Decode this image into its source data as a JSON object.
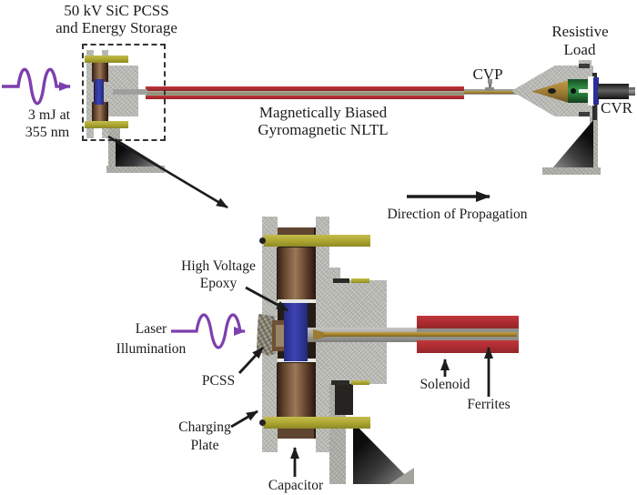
{
  "top": {
    "pcss_title": [
      "50 kV SiC PCSS",
      "and Energy Storage"
    ],
    "laser_energy": [
      "3 mJ at",
      "355 nm"
    ],
    "nltl_label": [
      "Magnetically Biased",
      "Gyromagnetic NLTL"
    ],
    "cvp_label": "CVP",
    "resistive_load_label": [
      "Resistive",
      "Load"
    ],
    "cvr_label": "CVR"
  },
  "detail": {
    "direction_label": "Direction of Propagation",
    "high_voltage_epoxy_label": [
      "High Voltage",
      "Epoxy"
    ],
    "laser_illumination_label": [
      "Laser",
      "Illumination"
    ],
    "pcss_label": "PCSS",
    "charging_plate_label": [
      "Charging",
      "Plate"
    ],
    "capacitor_label": "Capacitor",
    "solenoid_label": "Solenoid",
    "ferrites_label": "Ferrites"
  },
  "colors": {
    "laser_purple": "#7d3fae",
    "solenoid_red": "#a82a2f",
    "ferrite_gray": "#90908a",
    "capacitor_brown": "#6b4a33",
    "epoxy_blue": "#3036a0",
    "structure_gray": "#b6b6b2",
    "charging_bar_olive": "#aba430",
    "load_resistor_green": "#2e8040",
    "conductor_tan": "#a8862e",
    "text_black": "#1c1c1c"
  },
  "icons": {
    "laser_wave": "sine-wave-arrow",
    "direction_arrow": "right-arrow",
    "zoom_callout": "expansion-arrow"
  }
}
